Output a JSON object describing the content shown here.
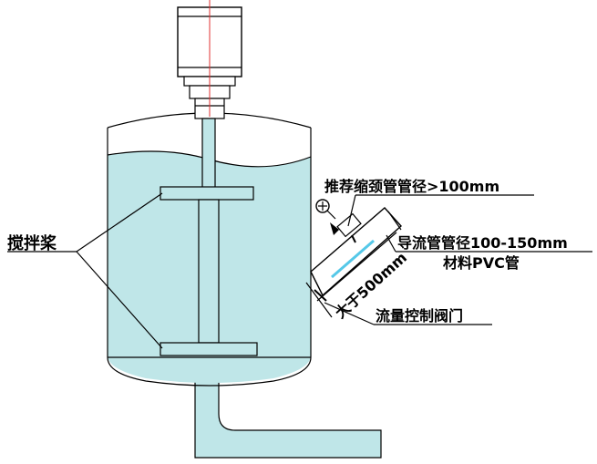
{
  "labels": {
    "agitator": "搅拌桨",
    "neck_pipe": "推荐缩颈管管径>100mm",
    "guide_pipe": "导流管管径100-150mm",
    "material": "材料PVC管",
    "length": "大于500mm",
    "valve": "流量控制阀门"
  },
  "colors": {
    "liquid": "#bfe6e8",
    "outline": "#000000",
    "centerline": "#e03030",
    "guide_flow": "#55c8e8"
  }
}
